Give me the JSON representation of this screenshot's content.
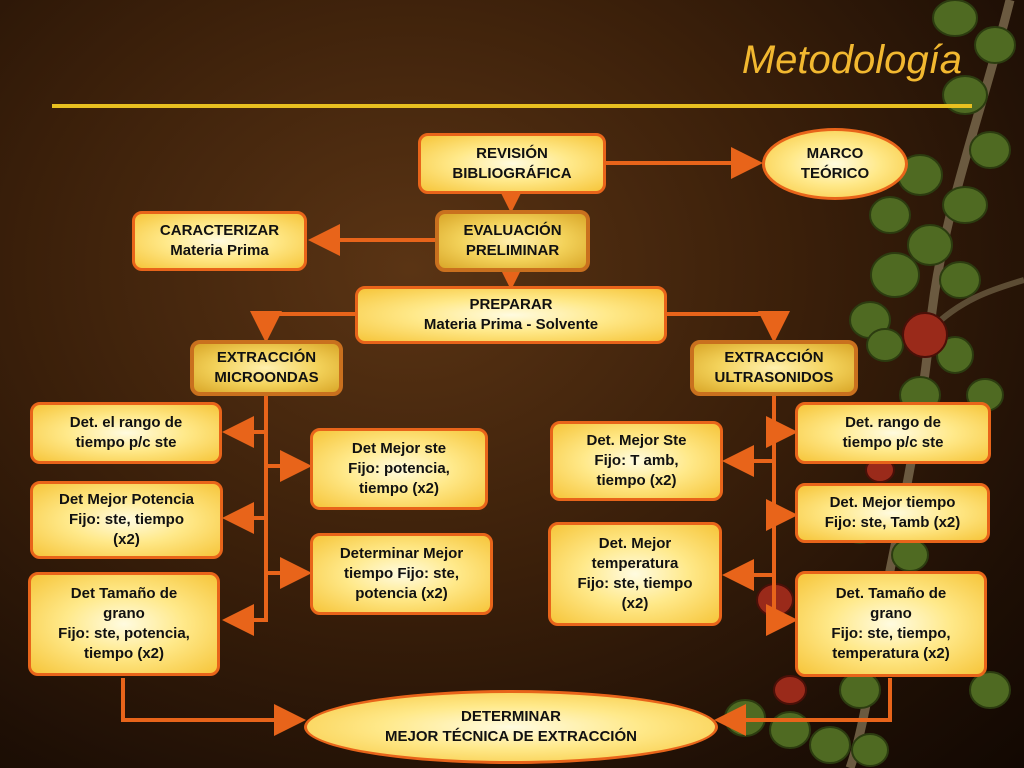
{
  "title": "Metodología",
  "colors": {
    "accent": "#e8641a",
    "title": "#f2b830",
    "rule": "#e8c020"
  },
  "nodes": {
    "revision": "REVISIÓN\nBIBLIOGRÁFICA",
    "marco": "MARCO\nTEÓRICO",
    "caracterizar": "CARACTERIZAR\nMateria Prima",
    "evaluacion": "EVALUACIÓN\nPRELIMINAR",
    "preparar": "PREPARAR\nMateria Prima - Solvente",
    "ext_micro": "EXTRACCIÓN\nMICROONDAS",
    "ext_ultra": "EXTRACCIÓN\nULTRASONIDOS",
    "micro_rango": "Det. el rango de\ntiempo p/c ste",
    "micro_potencia": "Det Mejor Potencia\nFijo: ste, tiempo\n(x2)",
    "micro_grano": "Det Tamaño de\ngrano\nFijo: ste, potencia,\ntiempo (x2)",
    "micro_ste": "Det Mejor ste\nFijo: potencia,\ntiempo (x2)",
    "micro_tiempo": "Determinar Mejor\ntiempo Fijo: ste,\npotencia (x2)",
    "ultra_ste": "Det. Mejor Ste\nFijo: T amb,\ntiempo (x2)",
    "ultra_temp": "Det. Mejor\ntemperatura\nFijo: ste, tiempo\n(x2)",
    "ultra_rango": "Det. rango de\ntiempo p/c ste",
    "ultra_tiempo": "Det. Mejor tiempo\nFijo: ste, Tamb (x2)",
    "ultra_grano": "Det. Tamaño de\ngrano\nFijo: ste, tiempo,\ntemperatura (x2)",
    "determinar": "DETERMINAR\nMEJOR TÉCNICA DE EXTRACCIÓN"
  }
}
